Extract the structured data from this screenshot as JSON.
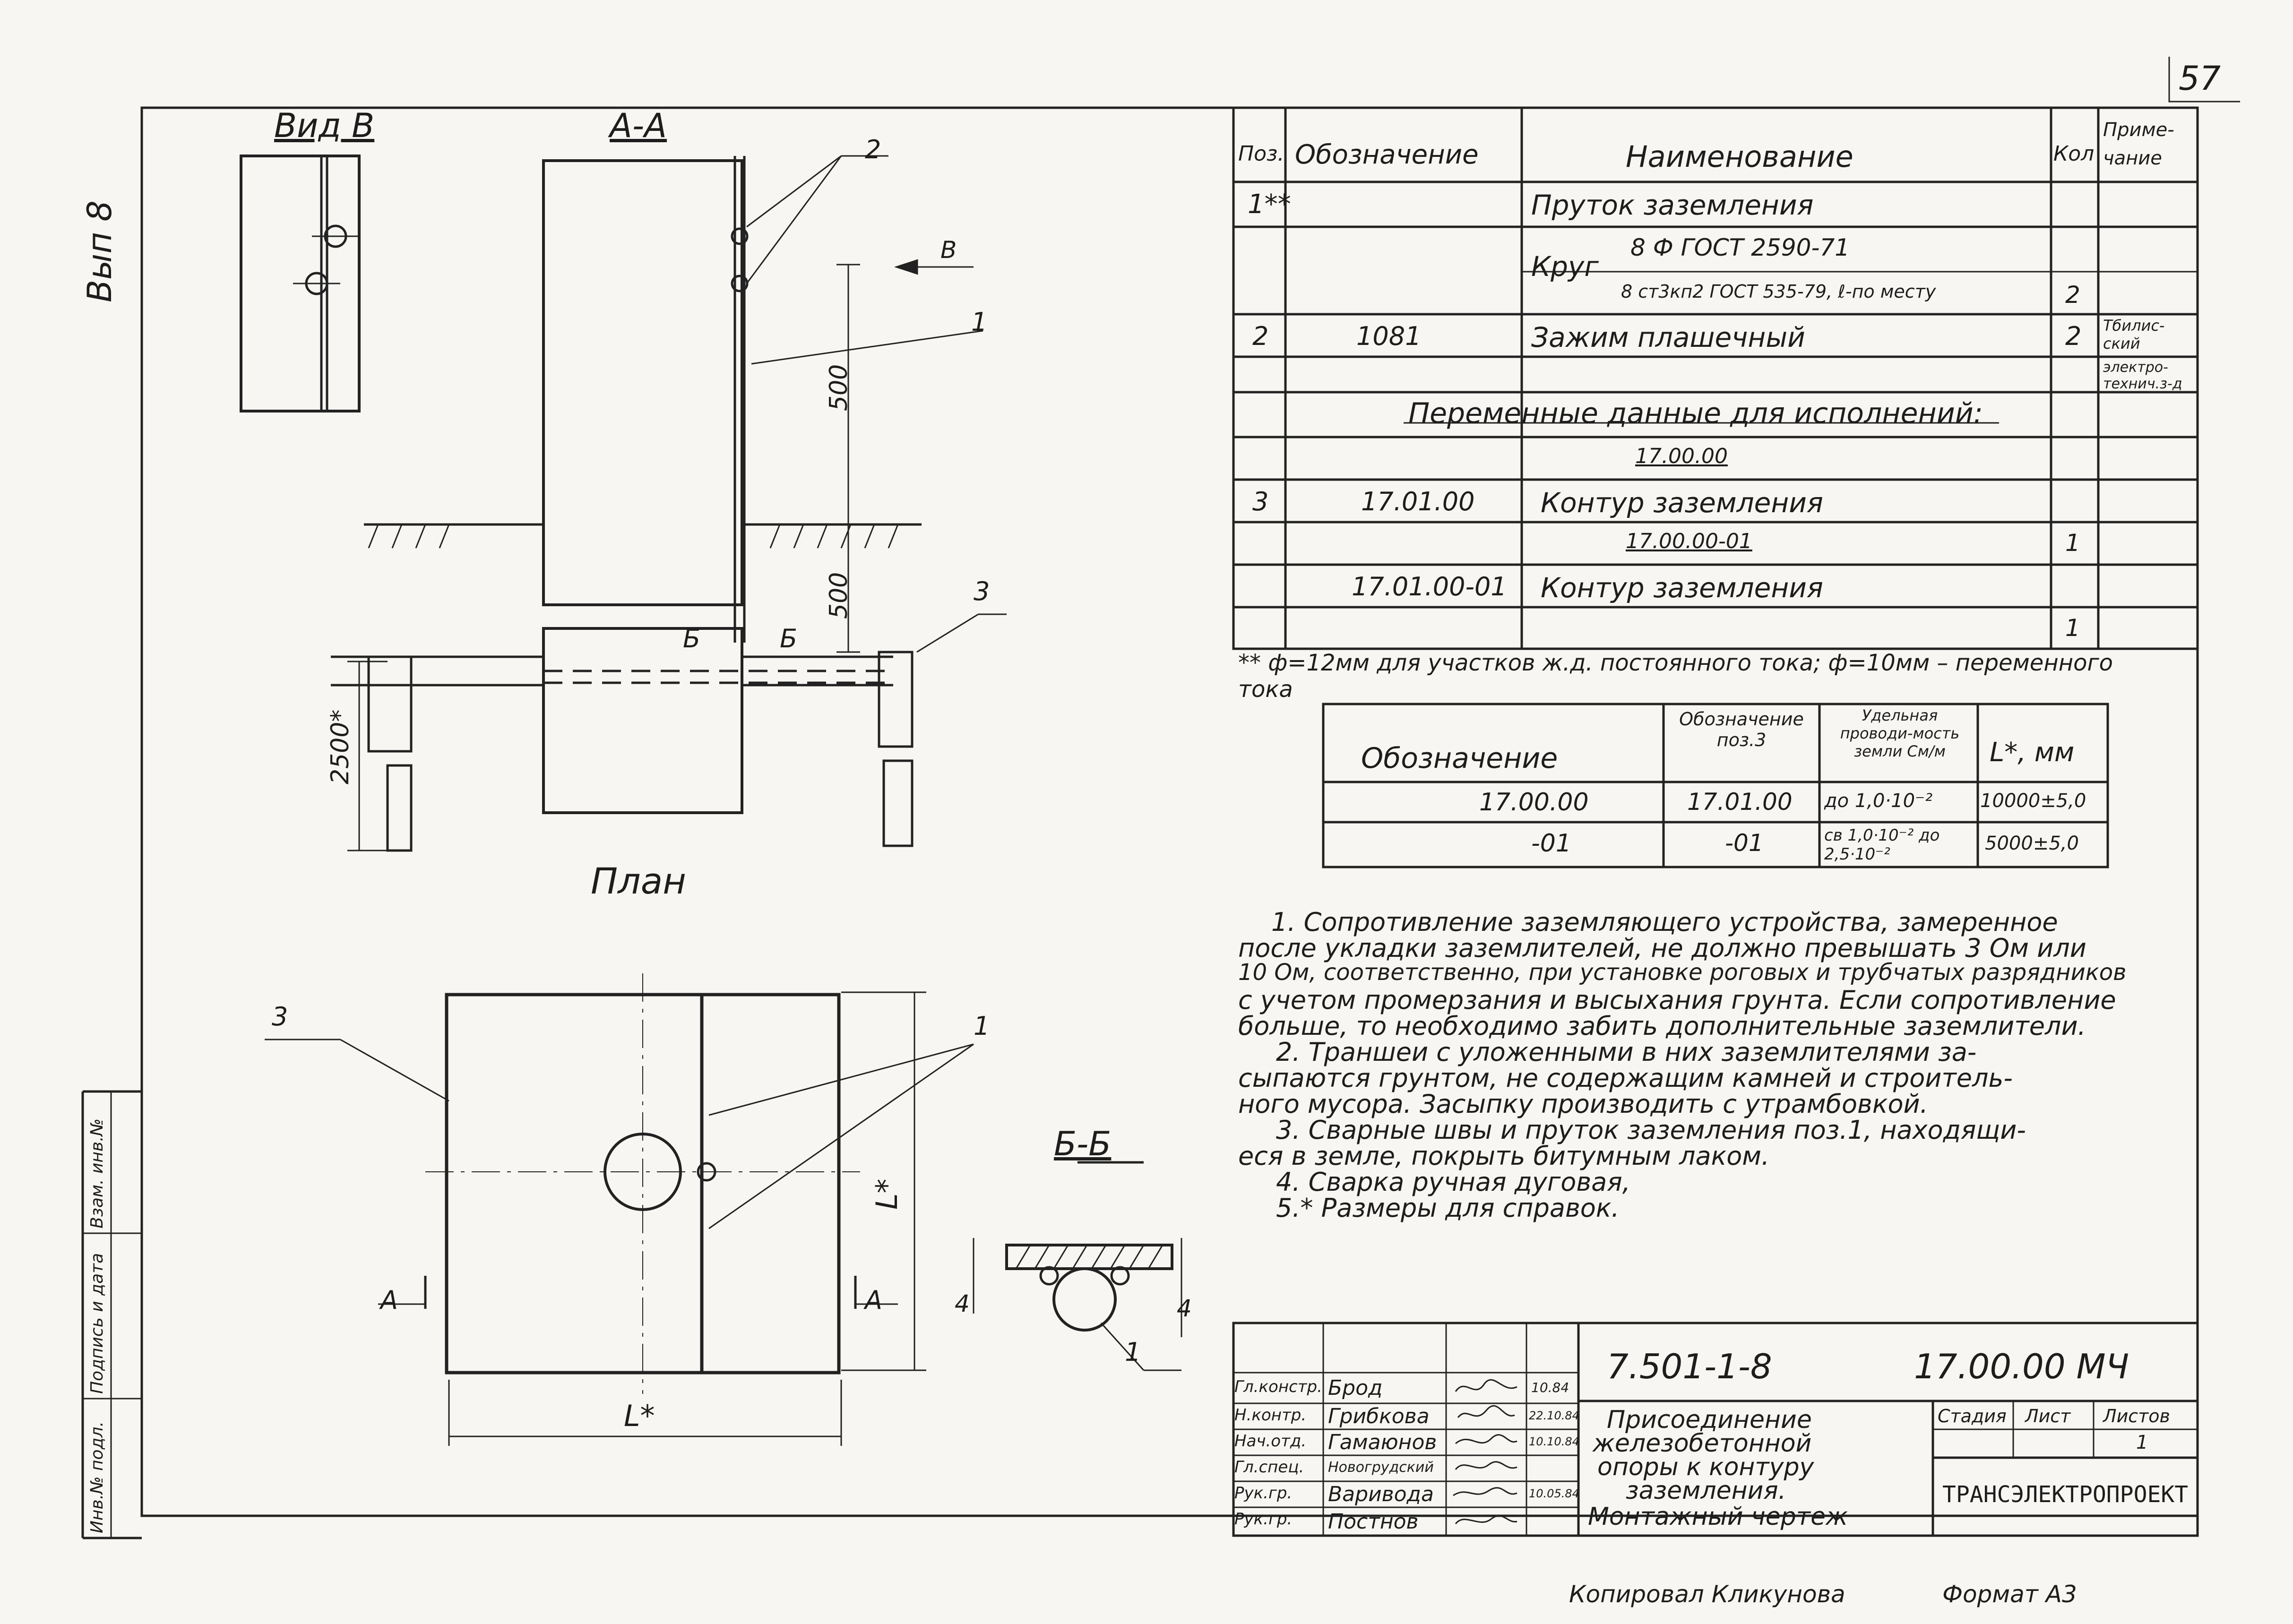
{
  "page_number": "57",
  "side_label": "Вып 8",
  "views": {
    "view_b": "Вид В",
    "section_aa": "А-А",
    "plan": "План",
    "section_bb": "Б-Б",
    "dim_500_top": "500",
    "dim_500_bottom": "500",
    "dim_2500": "2500*",
    "dim_l": "L*",
    "dim_l_vert": "L*",
    "arrow_b": "В",
    "cut_b1": "Б",
    "cut_b2": "Б",
    "cut_a_left": "А",
    "cut_a_right": "А",
    "dim_4_left": "4",
    "dim_4_right": "4",
    "callouts": {
      "c1_top": "1",
      "c2_top": "2",
      "c3_right": "3",
      "c3_plan": "3",
      "c1_plan": "1",
      "c1_section": "1"
    }
  },
  "spec": {
    "headers": {
      "pos": "Поз.",
      "designation": "Обозначение",
      "name": "Наименование",
      "qty": "Кол",
      "note": "Приме-чание"
    },
    "rows": [
      {
        "pos": "1**",
        "designation": "",
        "name": "Пруток заземления",
        "qty": "",
        "note": ""
      },
      {
        "pos": "",
        "designation": "",
        "name": "Круг",
        "name_detail1": "8 Ф ГОСТ 2590-71",
        "name_detail2": "8 ст3кп2 ГОСТ 535-79, ℓ-по месту",
        "qty": "2",
        "note": ""
      },
      {
        "pos": "2",
        "designation": "1081",
        "name": "Зажим плашечный",
        "qty": "2",
        "note": "Тбилис-ский"
      },
      {
        "pos": "",
        "designation": "",
        "name": "",
        "qty": "",
        "note": "электро-технич.з-д"
      },
      {
        "pos": "",
        "designation": "",
        "name": "Переменные данные для исполнений:",
        "qty": "",
        "note": ""
      },
      {
        "pos": "",
        "designation": "",
        "name": "17.00.00",
        "qty": "",
        "note": ""
      },
      {
        "pos": "3",
        "designation": "17.01.00",
        "name": "Контур заземления",
        "qty": "",
        "note": ""
      },
      {
        "pos": "",
        "designation": "",
        "name": "17.00.00-01",
        "qty": "1",
        "note": ""
      },
      {
        "pos": "",
        "designation": "17.01.00-01",
        "name": "Контур заземления",
        "qty": "",
        "note": ""
      },
      {
        "pos": "",
        "designation": "",
        "name": "",
        "qty": "1",
        "note": ""
      }
    ],
    "footnote": "** ф=12мм для участков ж.д. постоянного тока; ф=10мм – переменного тока"
  },
  "variant_table": {
    "headers": [
      "Обозначение",
      "Обозначение поз.3",
      "Удельная проводи-мость земли См/м",
      "L*, мм"
    ],
    "rows": [
      [
        "17.00.00",
        "17.01.00",
        "до 1,0·10⁻²",
        "10000±5,0"
      ],
      [
        "-01",
        "-01",
        "св 1,0·10⁻² до 2,5·10⁻²",
        "5000±5,0"
      ]
    ]
  },
  "notes": [
    "1. Сопротивление заземляющего устройства, замеренное",
    "после укладки заземлителей, не должно превышать 3 Ом или",
    "10 Ом, соответственно, при установке роговых и трубчатых разрядников",
    "с учетом промерзания и высыхания грунта. Если сопротивление",
    "больше, то необходимо забить дополнительные заземлители.",
    "2. Траншеи с уложенными в них заземлителями за-",
    "сыпаются грунтом, не содержащим камней и строитель-",
    "ного мусора. Засыпку производить с утрамбовкой.",
    "3. Сварные швы и пруток заземления поз.1, находящи-",
    "еся в земле, покрыть битумным лаком.",
    "4. Сварка ручная дуговая,",
    "5.* Размеры для справок."
  ],
  "title_block": {
    "doc_code": "7.501-1-8",
    "doc_number": "17.00.00 МЧ",
    "title": [
      "Присоединение",
      "железобетонной",
      "опоры к контуру",
      "заземления.",
      "Монтажный чертеж"
    ],
    "stage_label": "Стадия",
    "sheet_label": "Лист",
    "sheets_label": "Листов",
    "sheets_value": "1",
    "org": "ТРАНСЭЛЕКТРОПРОЕКТ",
    "signers": [
      {
        "role": "Гл.констр.",
        "name": "Брод",
        "date": "10.84"
      },
      {
        "role": "Н.контр.",
        "name": "Грибкова",
        "date": "22.10.84"
      },
      {
        "role": "Нач.отд.",
        "name": "Гамаюнов",
        "date": "10.10.84"
      },
      {
        "role": "Гл.спец.",
        "name": "Новогрудский",
        "date": ""
      },
      {
        "role": "Рук.гр.",
        "name": "Варивода",
        "date": "10.05.84"
      },
      {
        "role": "Рук.гр.",
        "name": "Постнов",
        "date": ""
      }
    ]
  },
  "left_stamp": [
    "Инв.№ подл.",
    "Подпись и дата",
    "Взам. инв.№"
  ],
  "bottom": {
    "copied": "Копировал Кликунова",
    "format": "Формат А3"
  }
}
